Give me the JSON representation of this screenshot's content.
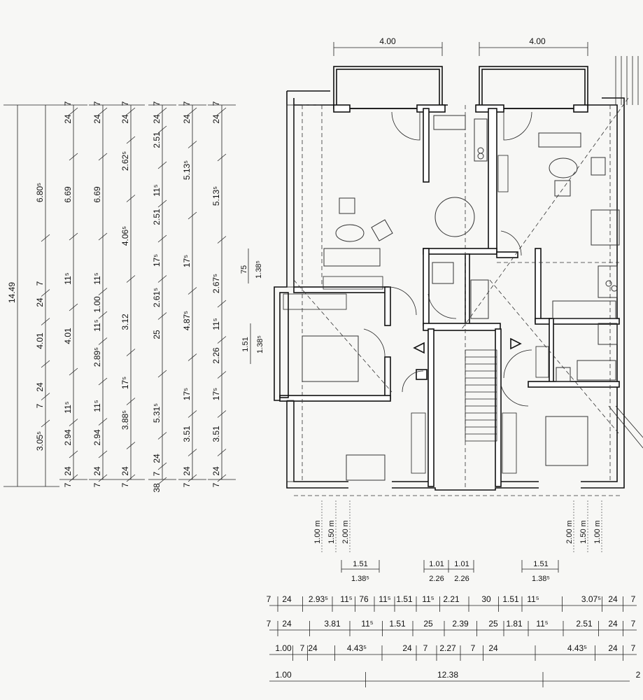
{
  "top_dims": [
    "4.00",
    "4.00"
  ],
  "vertical_chains": {
    "A": [
      "14.49"
    ],
    "B": [
      "6.80⁵",
      "7",
      "24",
      "4.01",
      "24",
      "7",
      "3.05⁵"
    ],
    "C": [
      "7",
      "24",
      "6.69",
      "11⁵",
      "4.01",
      "11⁵",
      "2.94",
      "24",
      "7"
    ],
    "D": [
      "7",
      "24",
      "6.69",
      "11⁵",
      "1.00",
      "11⁵",
      "2.89⁵",
      "11⁵",
      "2.94",
      "24",
      "7"
    ],
    "E": [
      "7",
      "24",
      "2.62⁵",
      "4.06⁵",
      "3.12",
      "17⁵",
      "3.88⁵",
      "24",
      "7"
    ],
    "F": [
      "7",
      "24",
      "2.51",
      "11⁵",
      "2.51",
      "17⁵",
      "2.61⁵",
      "25",
      "5.31⁵",
      "24",
      "7",
      "38"
    ],
    "G": [
      "7",
      "24",
      "5.13⁵",
      "17⁵",
      "4.87⁵",
      "17⁵",
      "3.51",
      "24",
      "7"
    ],
    "H": [
      "7",
      "24",
      "5.13⁵",
      "2.67⁵",
      "11⁵",
      "2.26",
      "17⁵",
      "3.51",
      "24",
      "7"
    ]
  },
  "window_dims": {
    "upper": [
      "75",
      "1.38⁵"
    ],
    "lower": [
      "1.51",
      "1.38⁵"
    ]
  },
  "distance_labels_left": [
    "1.00 m",
    "1.50 m",
    "2.00 m"
  ],
  "distance_labels_right": [
    "2.00 m",
    "1.50 m",
    "1.00 m"
  ],
  "opening_dims": {
    "left": [
      "1.51",
      "1.38⁵"
    ],
    "center": [
      "1.01",
      "1.01",
      "2.26",
      "2.26"
    ],
    "right": [
      "1.51",
      "1.38⁵"
    ]
  },
  "horizontal_chains": {
    "row1": [
      "7",
      "24",
      "2.93⁵",
      "11⁵",
      "76",
      "11⁵",
      "1.51",
      "11⁵",
      "2.21",
      "30",
      "1.51",
      "11⁵",
      "3.07⁵",
      "24",
      "7"
    ],
    "row2": [
      "7",
      "24",
      "3.81",
      "11⁵",
      "1.51",
      "25",
      "2.39",
      "25",
      "1.81",
      "11⁵",
      "2.51",
      "24",
      "7"
    ],
    "row3": [
      "1.00",
      "7",
      "24",
      "4.43⁵",
      "24",
      "7",
      "2.27",
      "7",
      "24",
      "4.43⁵",
      "24",
      "7"
    ],
    "row4": [
      "1.00",
      "12.38",
      "2"
    ]
  }
}
